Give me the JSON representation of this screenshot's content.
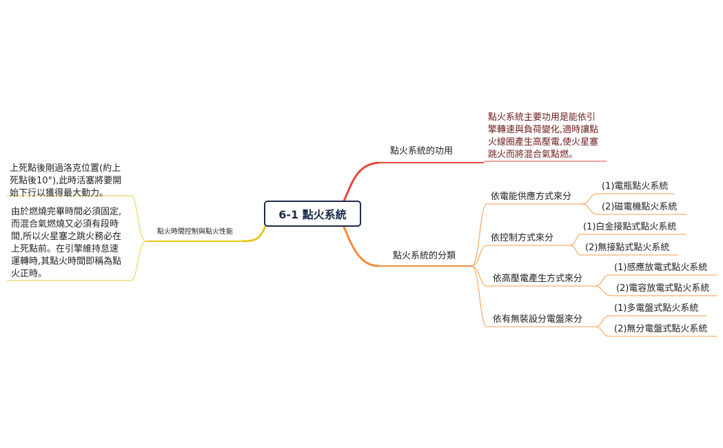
{
  "root": "6-1 點火系統",
  "branches": {
    "function": {
      "label": "點火系統的功用",
      "note_lines": [
        "點火系統主要功用是能依引",
        "擎轉速與負荷變化,適時讓點",
        "火線圈產生高壓電,使火星塞",
        "跳火而將混合氣點燃。"
      ]
    },
    "classification": {
      "label": "點火系統的分類",
      "groups": [
        {
          "label": "依電能供應方式來分",
          "items": [
            "(1)電瓶點火系統",
            "(2)磁電機點火系統"
          ]
        },
        {
          "label": "依控制方式來分",
          "items": [
            "(1)白金接點式點火系統",
            "(2)無接點式點火系統"
          ]
        },
        {
          "label": "依高壓電產生方式來分",
          "items": [
            "(1)感應放電式點火系統",
            "(2)電容放電式點火系統"
          ]
        },
        {
          "label": "依有無裝設分電盤來分",
          "items": [
            "(1)多電盤式點火系統",
            "(2)無分電盤式點火系統"
          ]
        }
      ]
    },
    "timing": {
      "label": "點火時間控制與點火性能",
      "note1_lines": [
        "上死點後剛過洛克位置(約上",
        "死點後10°),此時活塞將要開",
        "始下行以獲得最大動力。"
      ],
      "note2_lines": [
        "由於燃燒完畢時間必須固定,",
        "而混合氣燃燒又必須有段時",
        "間,所以火星塞之跳火務必在",
        "上死點前。在引擎維持怠速",
        "運轉時,其點火時間即稱為點",
        "火正時。"
      ]
    }
  },
  "colors": {
    "root_border": "#1a2a48",
    "function_branch": "#e8443a",
    "classification_branch": "#f08a3c",
    "timing_branch": "#e8c81a",
    "function_note_text": "#6e1a1a"
  }
}
